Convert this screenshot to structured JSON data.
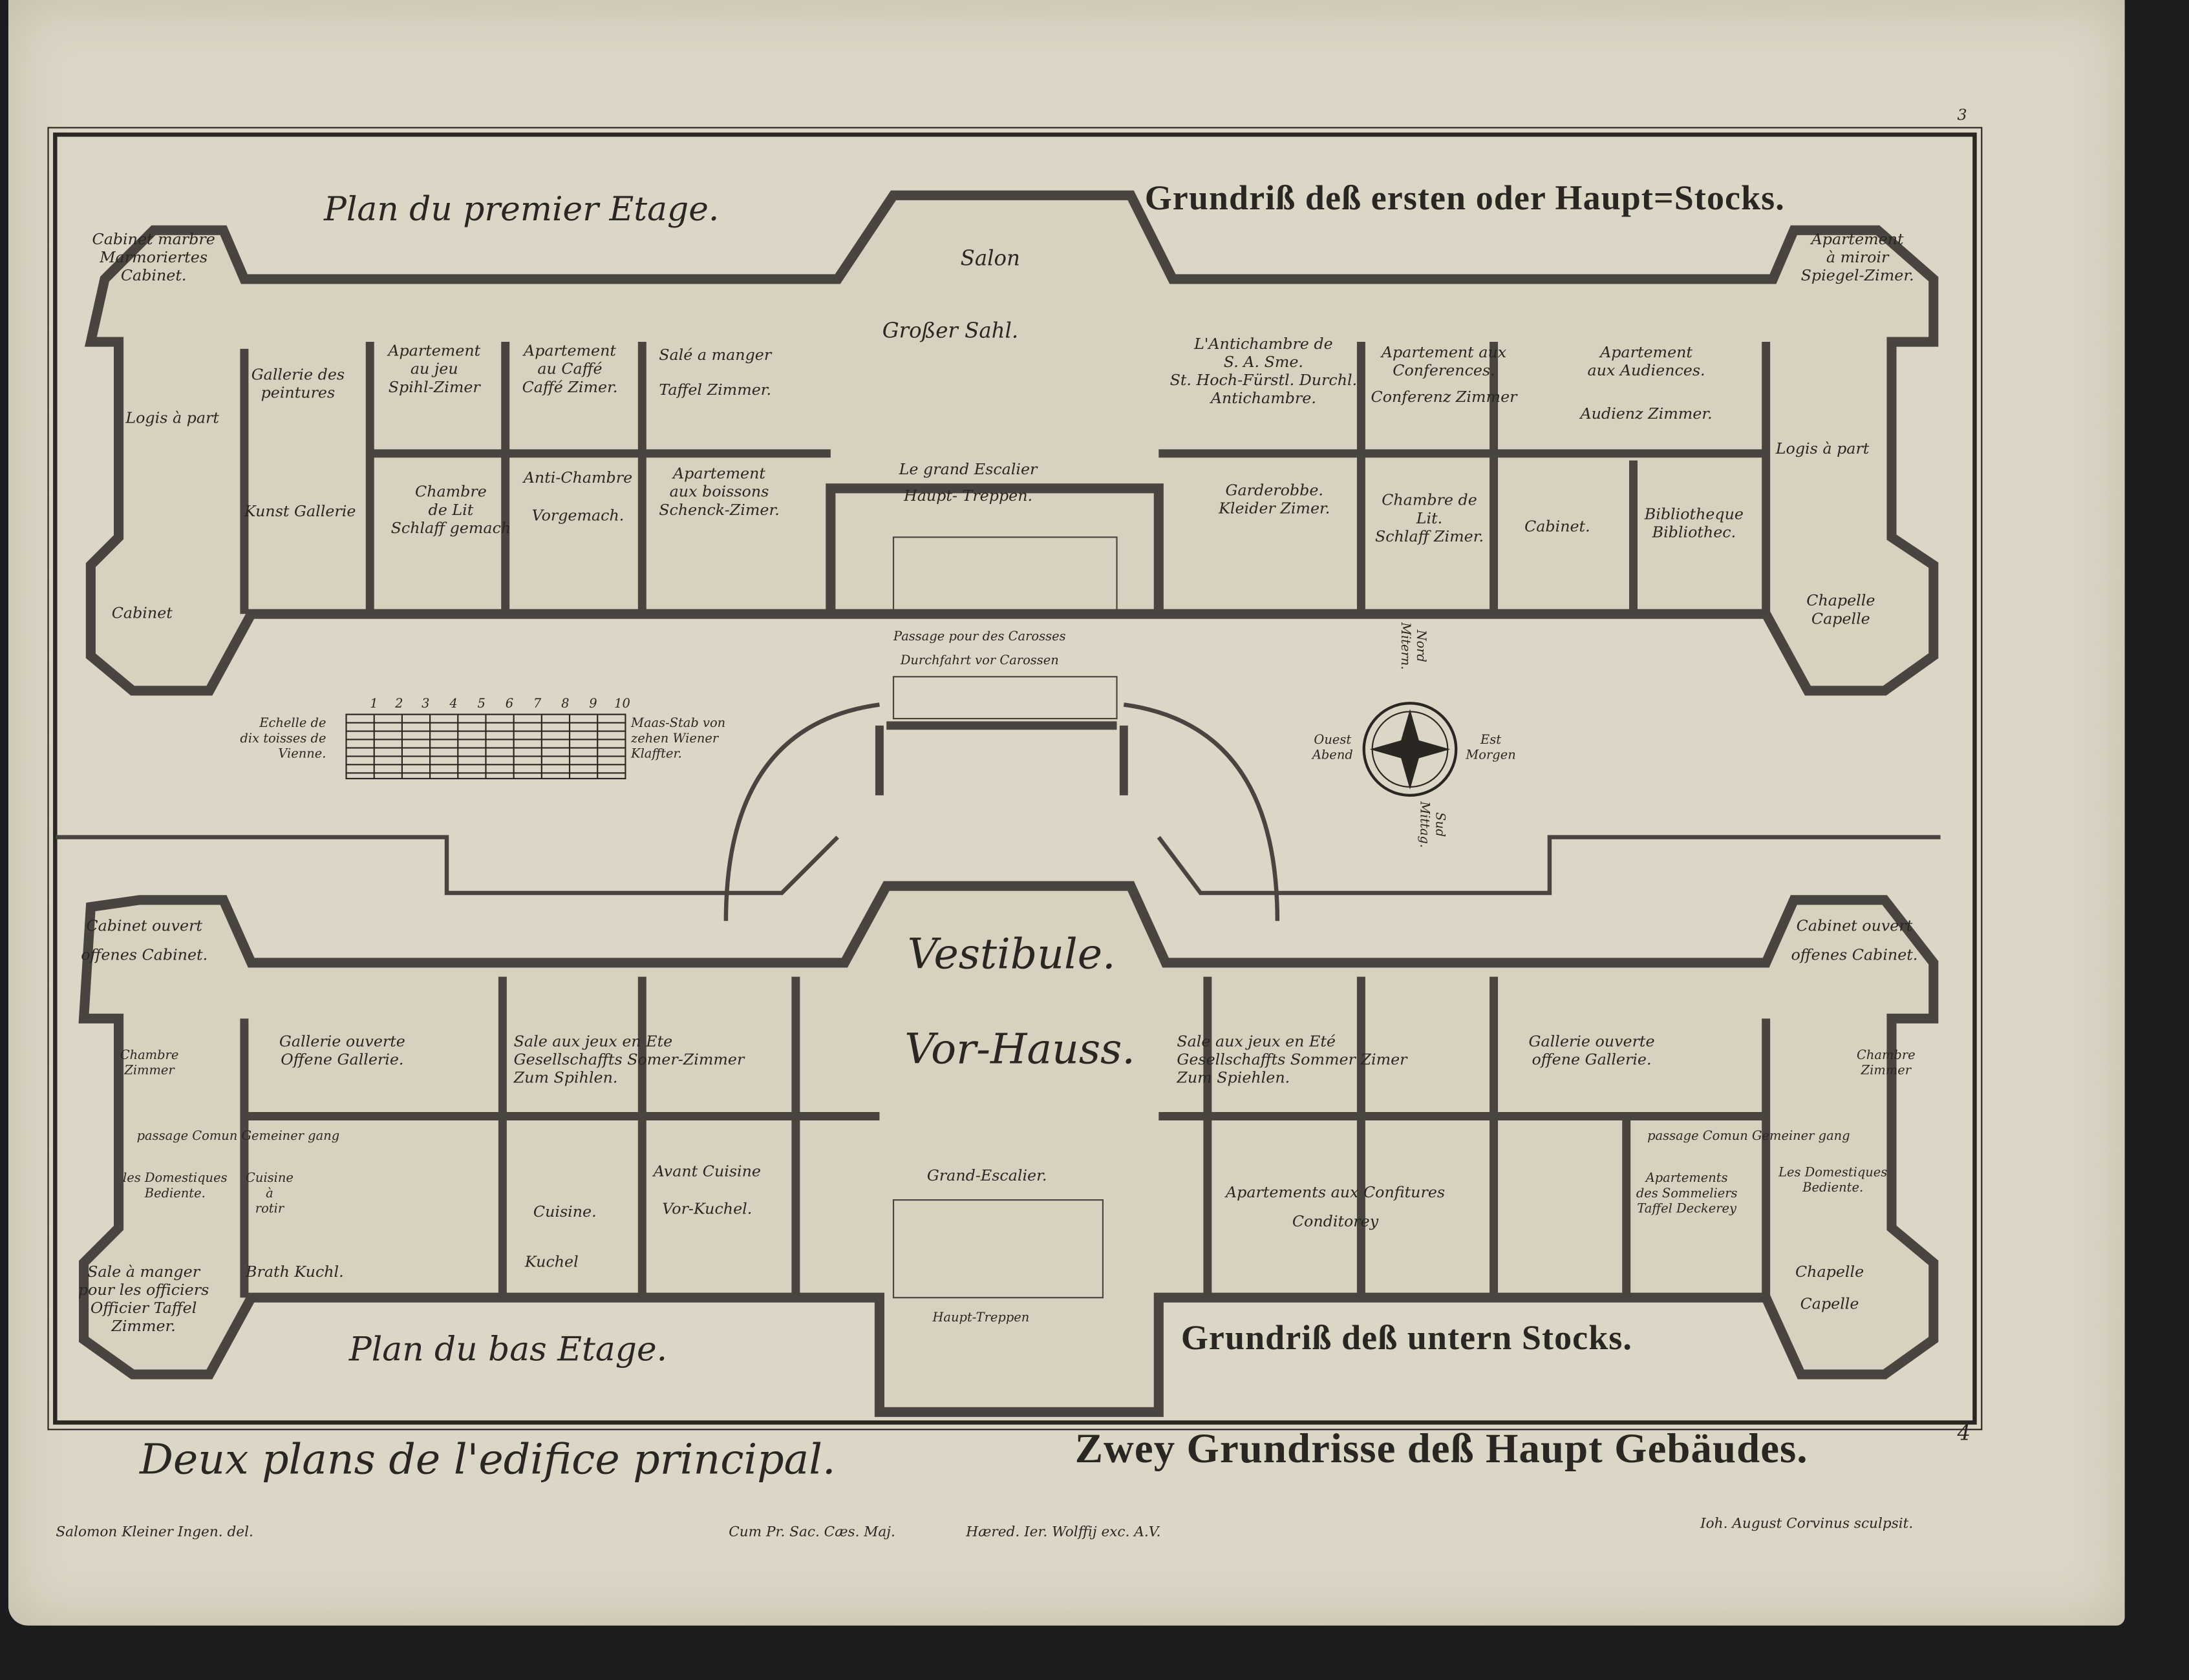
{
  "page_numbers": {
    "top": "3",
    "bottom": "4"
  },
  "upper_plan": {
    "title_fr": "Plan du premier Etage.",
    "title_de": "Grundriß deß ersten oder Haupt=Stocks.",
    "rooms": {
      "cabinet_marbre": [
        "Cabinet marbre",
        "Marmoriertes",
        "Cabinet."
      ],
      "salon": [
        "Salon"
      ],
      "miroir": [
        "Apartement",
        "à miroir",
        "Spiegel-Zimer."
      ],
      "gallerie": [
        "Gallerie des",
        "peintures"
      ],
      "logis_left": [
        "Logis à part"
      ],
      "kunst": [
        "Kunst Gallerie"
      ],
      "cabinet_left": [
        "Cabinet"
      ],
      "jeu": [
        "Apartement",
        "au jeu",
        "Spihl-Zimer"
      ],
      "caffe": [
        "Apartement",
        "au Caffé",
        "Caffé Zimer."
      ],
      "manger": [
        "Salé a manger",
        "Taffel Zimmer."
      ],
      "sahl": [
        "Großer Sahl."
      ],
      "antichambre_sa": [
        "L'Antichambre de",
        "S. A. Sme.",
        "St. Hoch-Fürstl. Durchl.",
        "Antichambre."
      ],
      "conferences": [
        "Apartement aux",
        "Conferences.",
        "Conferenz Zimmer"
      ],
      "audiences": [
        "Apartement",
        "aux Audiences.",
        "Audienz Zimmer."
      ],
      "logis_right": [
        "Logis à part"
      ],
      "chambre_left": [
        "Chambre",
        "de Lit",
        "Schlaff gemach"
      ],
      "antichambre": [
        "Anti-Chambre",
        "Vorgemach."
      ],
      "boissons": [
        "Apartement",
        "aux boissons",
        "Schenck-Zimer."
      ],
      "escalier": [
        "Le grand Escalier",
        "Haupt- Treppen."
      ],
      "garderobbe": [
        "Garderobbe.",
        "Kleider Zimer."
      ],
      "chambre_right": [
        "Chambre de",
        "Lit.",
        "Schlaff Zimer."
      ],
      "cabinet_right": [
        "Cabinet."
      ],
      "bibliotheque": [
        "Bibliotheque",
        "Bibliothec."
      ],
      "chapelle": [
        "Chapelle",
        "Capelle"
      ],
      "passage": [
        "Passage pour des Carosses",
        "Durchfahrt vor Carossen"
      ]
    }
  },
  "scale_bar": {
    "label_fr": [
      "Echelle de",
      "dix toisses de",
      "Vienne."
    ],
    "label_de": [
      "Maas-Stab von",
      "zehen Wiener",
      "Klaffter."
    ],
    "ticks": [
      "1",
      "2",
      "3",
      "4",
      "5",
      "6",
      "7",
      "8",
      "9",
      "10"
    ]
  },
  "compass": {
    "north": [
      "Nord",
      "Mitern."
    ],
    "south": [
      "Sud",
      "Mittag."
    ],
    "west": [
      "Ouest",
      "Abend"
    ],
    "east": [
      "Est",
      "Morgen"
    ]
  },
  "lower_plan": {
    "title_fr": "Plan du bas Etage.",
    "title_de": "Grundriß deß untern Stocks.",
    "rooms": {
      "cab_ouvert_left": [
        "Cabinet ouvert",
        "offenes Cabinet."
      ],
      "cab_ouvert_right": [
        "Cabinet ouvert",
        "offenes Cabinet."
      ],
      "vestibule": [
        "Vestibule."
      ],
      "vorhauss": [
        "Vor-Hauss."
      ],
      "chambre_left": [
        "Chambre",
        "Zimmer"
      ],
      "chambre_right": [
        "Chambre",
        "Zimmer"
      ],
      "gallerie_left": [
        "Gallerie ouverte",
        "Offene Gallerie."
      ],
      "jeux_left": [
        "Sale aux  jeux en Ete",
        "Gesellschaffts Somer-Zimmer",
        "Zum Spihlen."
      ],
      "jeux_right": [
        "Sale aux jeux en Eté",
        "Gesellschaffts Sommer Zimer",
        "Zum Spiehlen."
      ],
      "gallerie_right": [
        "Gallerie ouverte",
        "offene Gallerie."
      ],
      "passage_left": [
        "passage Comun Gemeiner gang"
      ],
      "passage_right": [
        "passage Comun Gemeiner gang"
      ],
      "domestiques_left": [
        "les Domestiques",
        "Bediente."
      ],
      "domestiques_right": [
        "Les Domestiques",
        "Bediente."
      ],
      "cuisine_rotir": [
        "Cuisine",
        "à",
        "rotir"
      ],
      "cuisine": [
        "Cuisine."
      ],
      "avant_cuisine": [
        "Avant Cuisine",
        "Vor-Kuchel."
      ],
      "grand_escalier": [
        "Grand-Escalier."
      ],
      "confitures": [
        "Apartements aux Confitures",
        "Conditorey"
      ],
      "sommeliers": [
        "Apartements",
        "des Sommeliers",
        "Taffel Deckerey"
      ],
      "officiers": [
        "Sale à manger",
        "pour les officiers",
        "Officier Taffel",
        "Zimmer."
      ],
      "brath": [
        "Brath Kuchl."
      ],
      "kuchel": [
        "Kuchel"
      ],
      "haupt_treppen": [
        "Haupt-Treppen"
      ],
      "chapelle": [
        "Chapelle",
        "Capelle"
      ]
    }
  },
  "caption": {
    "fr": "Deux plans de l'edifice principal.",
    "de": "Zwey Grundrisse deß Haupt Gebäudes."
  },
  "credits": {
    "delineator": "Salomon Kleiner Ingen. del.",
    "privilege": "Cum Pr. Sac. Cæs. Maj.",
    "publisher": "Hæred. Ier. Wolffij exc. A.V.",
    "engraver": "Ioh. August Corvinus sculpsit."
  },
  "colors": {
    "paper": "#dcd6c6",
    "ink": "#2a2622",
    "background": "#1c1c1e"
  }
}
